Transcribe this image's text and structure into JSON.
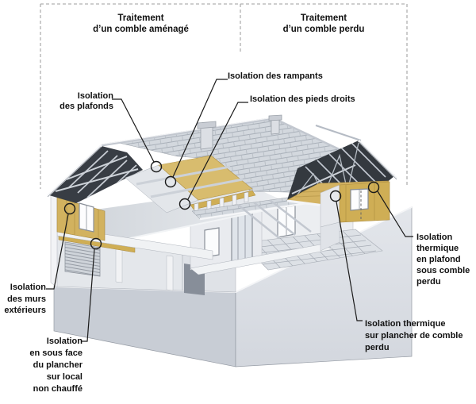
{
  "title_zones": {
    "left": {
      "lines": [
        "Traitement",
        "d’un comble aménagé"
      ]
    },
    "right": {
      "lines": [
        "Traitement",
        "d’un comble perdu"
      ]
    }
  },
  "callouts": {
    "plafonds": {
      "lines": [
        "Isolation",
        "des plafonds"
      ]
    },
    "rampants": {
      "lines": [
        "Isolation des rampants"
      ]
    },
    "pieds_droits": {
      "lines": [
        "Isolation des pieds droits"
      ]
    },
    "murs_exterieurs": {
      "lines": [
        "Isolation",
        "des murs",
        "extérieurs"
      ]
    },
    "sous_face_plancher": {
      "lines": [
        "Isolation",
        "en sous face",
        "du plancher",
        "sur local",
        "non chauffé"
      ]
    },
    "plafond_sous_comble_perdu": {
      "lines": [
        "Isolation",
        "thermique",
        "en plafond",
        "sous comble",
        "perdu"
      ]
    },
    "plancher_comble_perdu": {
      "lines": [
        "Isolation thermique",
        "sur plancher de comble",
        "perdu"
      ]
    }
  },
  "colors": {
    "insulation_light": "#d8bc6e",
    "insulation_dark": "#cfae55",
    "roof_tile": "#d3d8de",
    "roof_underside_dark": "#383d44",
    "wall_light": "#e9ebef",
    "foundation": "#dbdee4",
    "leader_line": "#1a1a1a",
    "dashed_boundary": "#b0b0b0"
  }
}
